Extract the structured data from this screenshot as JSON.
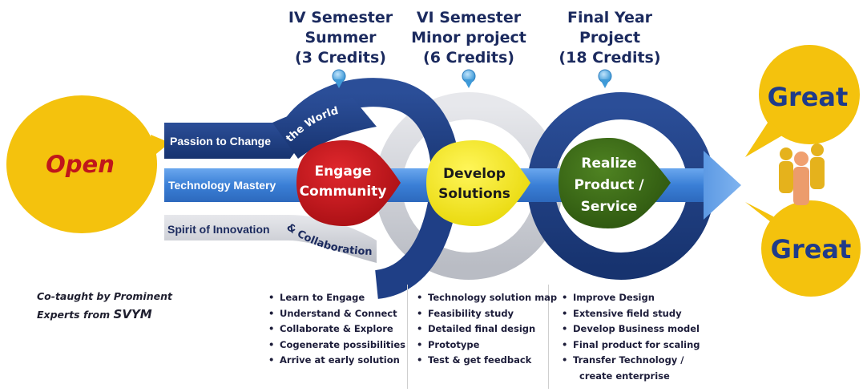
{
  "phases": [
    {
      "title_lines": [
        "IV Semester",
        "Summer",
        "(3 Credits)"
      ]
    },
    {
      "title_lines": [
        "VI Semester",
        "Minor project",
        "(6 Credits)"
      ]
    },
    {
      "title_lines": [
        "Final Year",
        "Project",
        "(18 Credits)"
      ]
    }
  ],
  "open_label": "Open",
  "great_top": "Great",
  "great_bottom": "Great",
  "streams": {
    "passion": "Passion to Change",
    "passion_arc": "the World",
    "technology": "Technology Mastery",
    "spirit": "Spirit of Innovation",
    "spirit_arc": "& Collaboration"
  },
  "drops": {
    "engage": [
      "Engage",
      "Community"
    ],
    "develop": [
      "Develop",
      "Solutions"
    ],
    "realize": [
      "Realize",
      "Product /",
      "Service"
    ]
  },
  "note": {
    "line1": "Co-taught by Prominent",
    "line2_prefix": "Experts from ",
    "line2_org": "SVYM"
  },
  "bullets": {
    "col1": [
      "Learn to Engage",
      "Understand & Connect",
      "Collaborate & Explore",
      "Cogenerate possibilities",
      "Arrive at early solution"
    ],
    "col2": [
      "Technology solution map",
      "Feasibility study",
      "Detailed final design",
      "Prototype",
      "Test & get feedback"
    ],
    "col3": [
      "Improve Design",
      "Extensive field study",
      "Develop Business model",
      "Final product for scaling",
      "Transfer Technology /"
    ],
    "col3_cont": "create enterprise"
  },
  "colors": {
    "navy": "#1f3f86",
    "blue_band": "#3f83d8",
    "grey_ring": "#c9ccd2",
    "yellow": "#f4c20d",
    "red": "#c4181d",
    "develop_yellow": "#f5e81a",
    "green": "#3b6a17",
    "open_text": "#c0161b",
    "great_text": "#1f3b8a"
  }
}
